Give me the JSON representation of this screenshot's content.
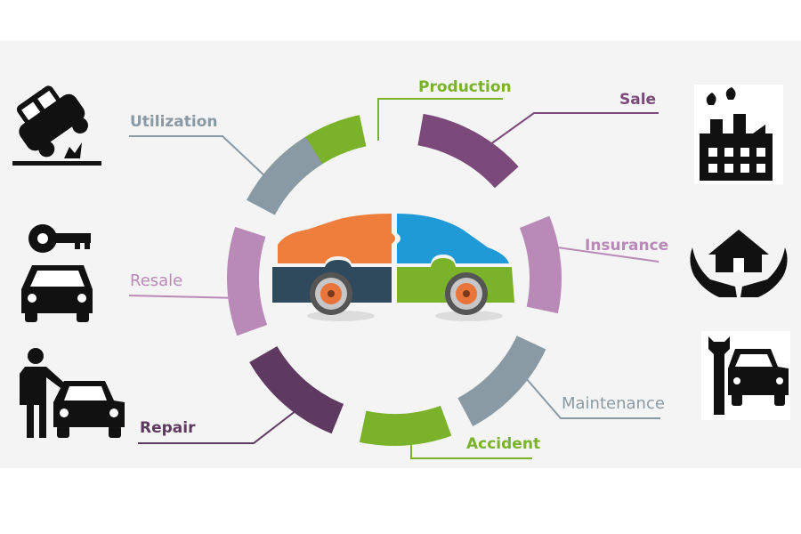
{
  "diagram": {
    "center": "car-puzzle",
    "stages": [
      {
        "id": "production",
        "label": "Production",
        "color": "#7ab32a"
      },
      {
        "id": "sale",
        "label": "Sale",
        "color": "#7b4a7a"
      },
      {
        "id": "insurance",
        "label": "Insurance",
        "color": "#b98ab8"
      },
      {
        "id": "maintenance",
        "label": "Maintenance",
        "color": "#8a9aa4"
      },
      {
        "id": "accident",
        "label": "Accident",
        "color": "#7ab32a"
      },
      {
        "id": "repair",
        "label": "Repair",
        "color": "#5f3a60"
      },
      {
        "id": "resale",
        "label": "Resale",
        "color": "#b98ab8"
      },
      {
        "id": "utilization",
        "label": "Utilization",
        "color": "#8a9aa4"
      }
    ],
    "icons": [
      "overturned-car-icon",
      "car-key-icon",
      "person-with-car-icon",
      "factory-icon",
      "hands-house-icon",
      "wrench-car-icon"
    ],
    "puzzle_colors": {
      "orange": "#ef7d3b",
      "blue": "#1f9ad6",
      "navy": "#2f4a5c",
      "green": "#7ab32a"
    }
  }
}
